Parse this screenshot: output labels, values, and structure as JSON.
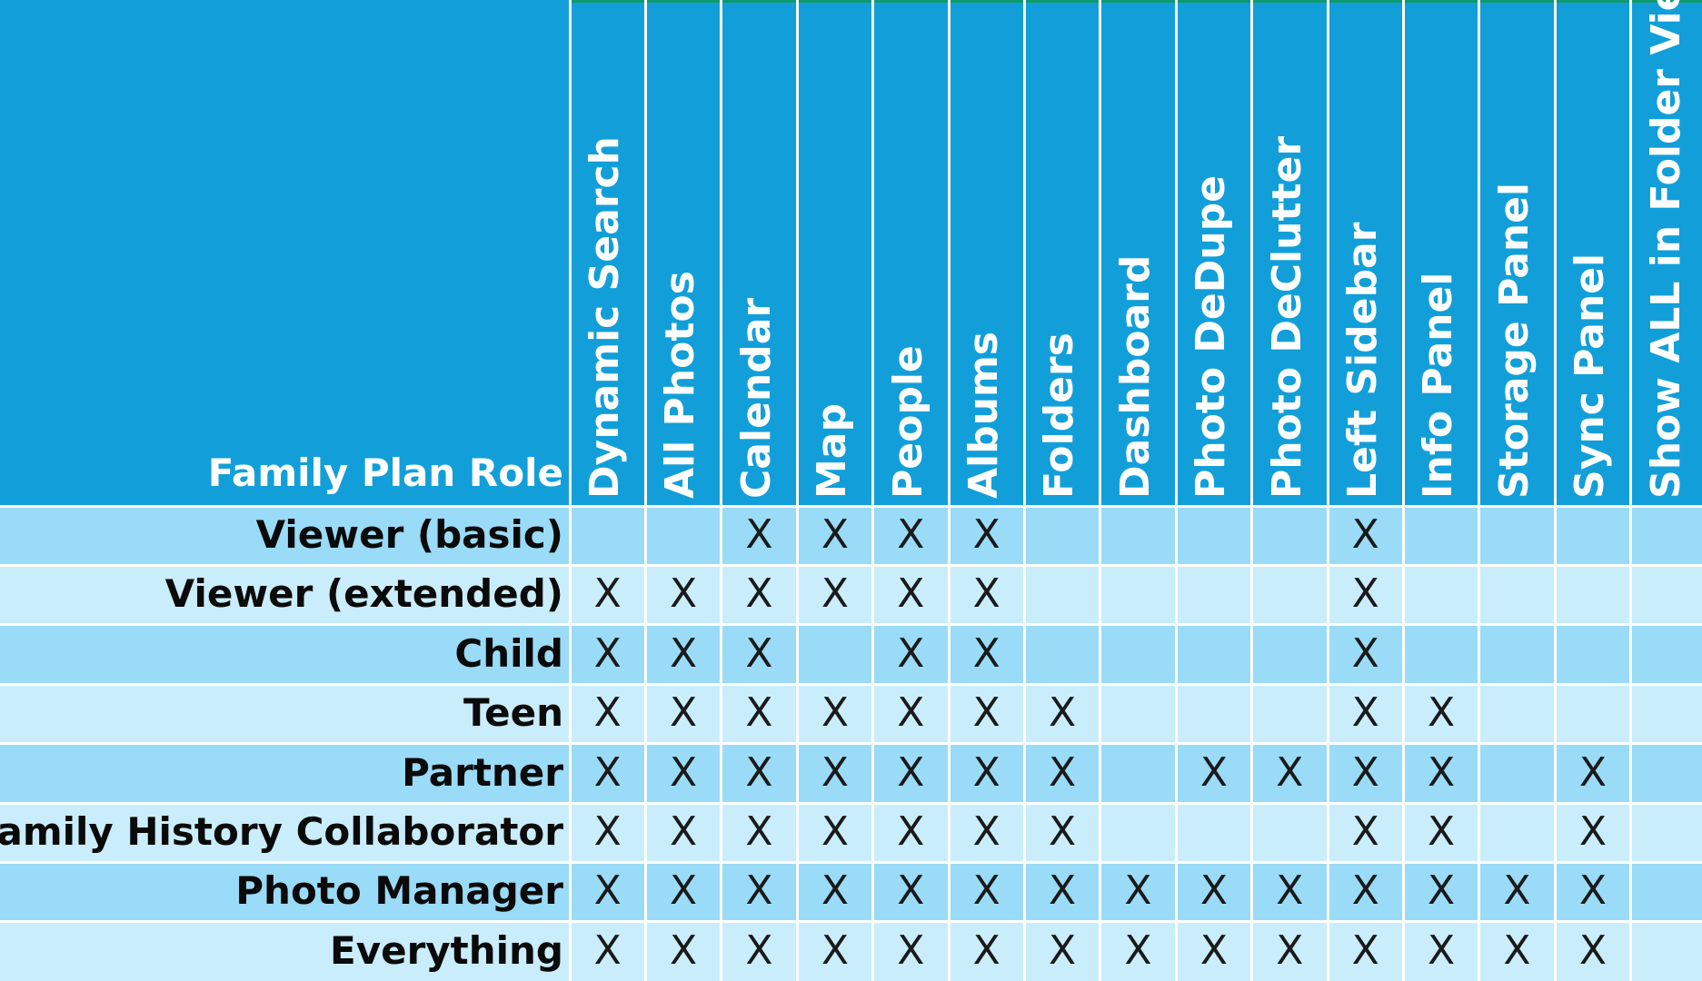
{
  "table": {
    "role_header": "Family Plan Role",
    "columns": [
      "Dynamic Search",
      "All Photos",
      "Calendar",
      "Map",
      "People",
      "Albums",
      "Folders",
      "Dashboard",
      "Photo DeDupe",
      "Photo DeClutter",
      "Left Sidebar",
      "Info Panel",
      "Storage Panel",
      "Sync Panel",
      "Show ALL in Folder View"
    ],
    "mark_symbol": "X",
    "rows": [
      {
        "role": "Viewer (basic)",
        "access": [
          0,
          0,
          1,
          1,
          1,
          1,
          0,
          0,
          0,
          0,
          1,
          0,
          0,
          0,
          0
        ]
      },
      {
        "role": "Viewer (extended)",
        "access": [
          1,
          1,
          1,
          1,
          1,
          1,
          0,
          0,
          0,
          0,
          1,
          0,
          0,
          0,
          0
        ]
      },
      {
        "role": "Child",
        "access": [
          1,
          1,
          1,
          0,
          1,
          1,
          0,
          0,
          0,
          0,
          1,
          0,
          0,
          0,
          0
        ]
      },
      {
        "role": "Teen",
        "access": [
          1,
          1,
          1,
          1,
          1,
          1,
          1,
          0,
          0,
          0,
          1,
          1,
          0,
          0,
          0
        ]
      },
      {
        "role": "Partner",
        "access": [
          1,
          1,
          1,
          1,
          1,
          1,
          1,
          0,
          1,
          1,
          1,
          1,
          0,
          1,
          0
        ]
      },
      {
        "role": "Family History Collaborator",
        "access": [
          1,
          1,
          1,
          1,
          1,
          1,
          1,
          0,
          0,
          0,
          1,
          1,
          0,
          1,
          0
        ]
      },
      {
        "role": "Photo Manager",
        "access": [
          1,
          1,
          1,
          1,
          1,
          1,
          1,
          1,
          1,
          1,
          1,
          1,
          1,
          1,
          0
        ]
      },
      {
        "role": "Everything",
        "access": [
          1,
          1,
          1,
          1,
          1,
          1,
          1,
          1,
          1,
          1,
          1,
          1,
          1,
          1,
          0
        ]
      }
    ]
  },
  "colors": {
    "header_bg": "#129fd9",
    "row_odd": "#9adbf7",
    "row_even": "#caedfb",
    "grid_line": "#ffffff"
  }
}
